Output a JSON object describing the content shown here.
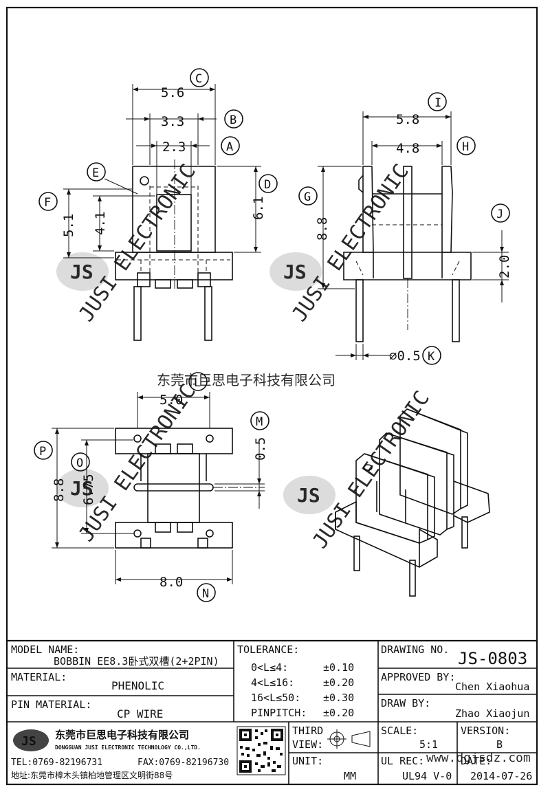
{
  "watermark": {
    "company_cn": "东莞市巨思电子科技有限公司",
    "text_en": "JUSI ELECTRONIC",
    "logo": "JS",
    "website": "www.dgjsdz.com"
  },
  "dims": {
    "A": "2.3",
    "B": "3.3",
    "C": "5.6",
    "D": "6.1",
    "E_val": "4.1",
    "F": "5.1",
    "I": "5.8",
    "H": "4.8",
    "G": "8.8",
    "J": "2.0",
    "K": "⌀0.5",
    "L": "5.0",
    "M": "0.5",
    "O": "6.75",
    "P": "8.8",
    "N": "8.0"
  },
  "callouts": [
    "A",
    "B",
    "C",
    "D",
    "E",
    "F",
    "G",
    "H",
    "I",
    "J",
    "K",
    "L",
    "M",
    "N",
    "O",
    "P"
  ],
  "title_block": {
    "model_label": "MODEL NAME:",
    "model_value": "BOBBIN EE8.3卧式双槽(2+2PIN)",
    "material_label": "MATERIAL:",
    "material_value": "PHENOLIC",
    "pin_material_label": "PIN MATERIAL:",
    "pin_material_value": "CP WIRE",
    "tolerance_label": "TOLERANCE:",
    "tolerances": [
      {
        "range": "0<L≤4:",
        "value": "±0.10"
      },
      {
        "range": "4<L≤16:",
        "value": "±0.20"
      },
      {
        "range": "16<L≤50:",
        "value": "±0.30"
      },
      {
        "range": "PINPITCH:",
        "value": "±0.20"
      }
    ],
    "third_view_label_1": "THIRD",
    "third_view_label_2": "VIEW:",
    "unit_label": "UNIT:",
    "unit_value": "MM",
    "drawing_no_label": "DRAWING NO.",
    "drawing_no_value": "JS-0803",
    "approved_label": "APPROVED BY:",
    "approved_value": "Chen Xiaohua",
    "draw_label": "DRAW BY:",
    "draw_value": "Zhao Xiaojun",
    "scale_label": "SCALE:",
    "scale_value": "5:1",
    "version_label": "VERSION:",
    "version_value": "B",
    "ul_label": "UL REC:",
    "ul_value": "UL94 V-0",
    "date_label": "DATE:",
    "date_value": "2014-07-26",
    "company_cn": "东莞市巨思电子科技有限公司",
    "company_en": "DONGGUAN JUSI ELECTRONIC TECHNOLOGY CO.,LTD.",
    "tel": "TEL:0769-82196731",
    "fax": "FAX:0769-82196730",
    "address": "地址:东莞市樟木头镇柏地管理区文明街88号",
    "logo": "JS"
  }
}
